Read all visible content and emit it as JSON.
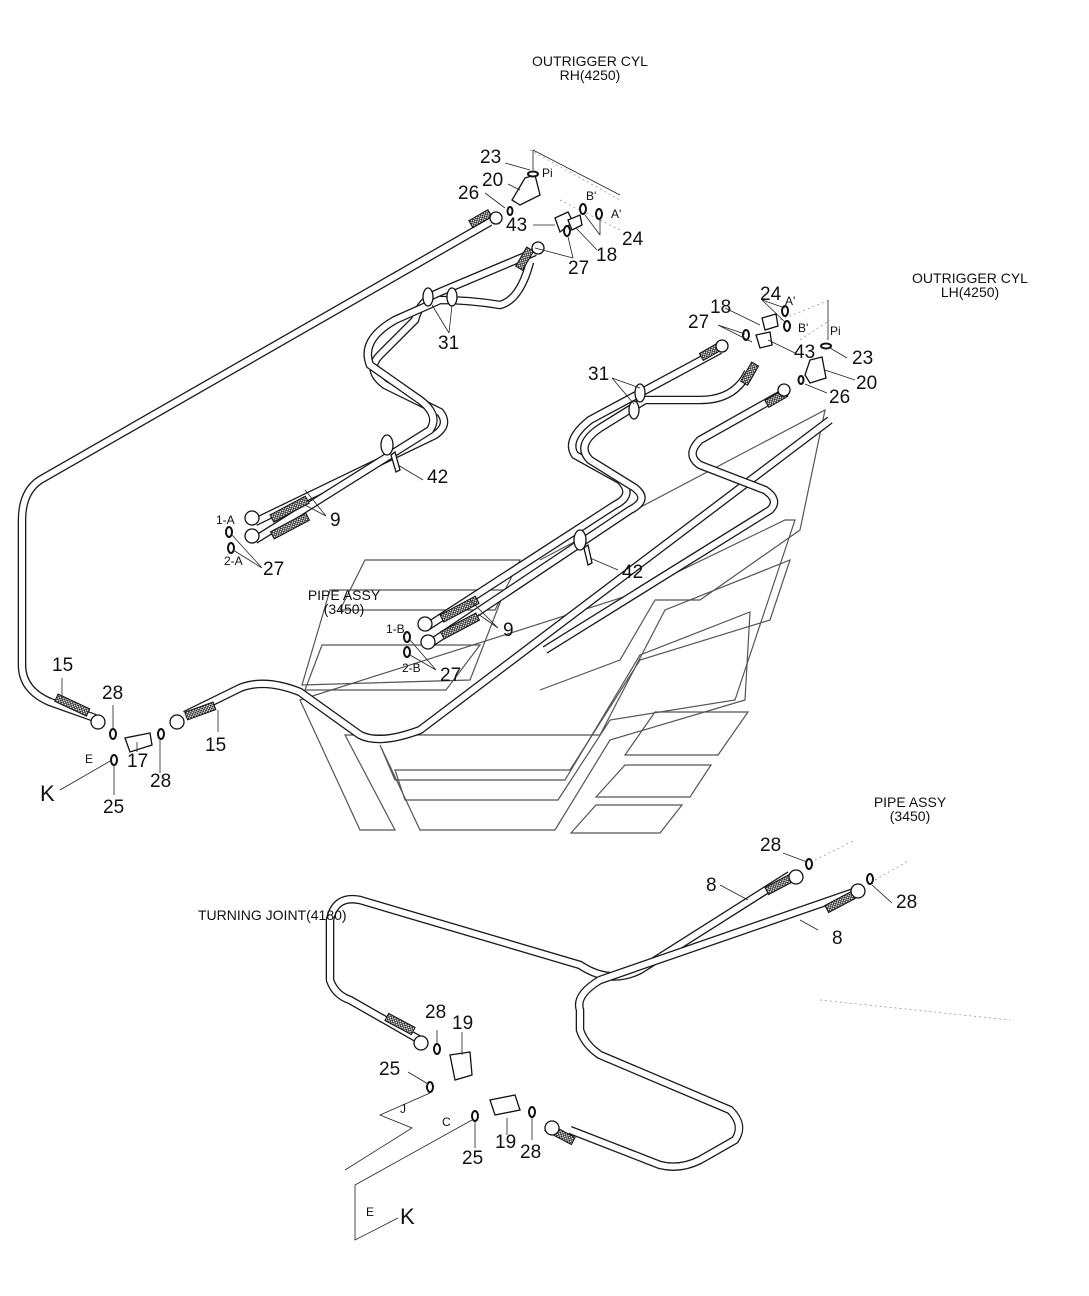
{
  "diagram": {
    "titles": {
      "outrigger_rh": [
        "OUTRIGGER CYL",
        "RH(4250)"
      ],
      "outrigger_lh": [
        "OUTRIGGER CYL",
        "LH(4250)"
      ],
      "pipe_assy_mid": [
        "PIPE ASSY",
        "(3450)"
      ],
      "pipe_assy_right": [
        "PIPE ASSY",
        "(3450)"
      ],
      "turning_joint": "TURNING JOINT(4180)"
    },
    "part_numbers": {
      "rh_23": "23",
      "rh_20": "20",
      "rh_26": "26",
      "rh_43": "43",
      "rh_24": "24",
      "rh_18": "18",
      "rh_27": "27",
      "lh_24": "24",
      "lh_18": "18",
      "lh_27": "27",
      "lh_43": "43",
      "lh_23": "23",
      "lh_20": "20",
      "lh_26": "26",
      "clamp_31_a": "31",
      "clamp_31_b": "31",
      "clamp_42_a": "42",
      "clamp_42_b": "42",
      "hose_9_a": "9",
      "hose_9_b": "9",
      "oring_27_a": "27",
      "oring_27_b": "27",
      "hose_15_a": "15",
      "hose_15_b": "15",
      "oring_28_a": "28",
      "oring_28_b": "28",
      "tee_17": "17",
      "oring_25_a": "25",
      "hose_8_a": "8",
      "hose_8_b": "8",
      "oring_28_c": "28",
      "oring_28_d": "28",
      "oring_28_e": "28",
      "elbow_19_a": "19",
      "oring_25_b": "25",
      "oring_25_c": "25",
      "elbow_19_b": "19",
      "oring_28_f": "28"
    },
    "port_labels": {
      "rh_pi": "Pi",
      "rh_b": "B'",
      "rh_a": "A'",
      "lh_a": "A'",
      "lh_b": "B'",
      "lh_pi": "Pi",
      "p1a": "1-A",
      "p2a": "2-A",
      "p1b": "1-B",
      "p2b": "2-B",
      "e_top": "E",
      "j": "J",
      "c": "C",
      "e_bottom": "E"
    },
    "connection_refs": {
      "k_top": "K",
      "k_bottom": "K"
    }
  }
}
